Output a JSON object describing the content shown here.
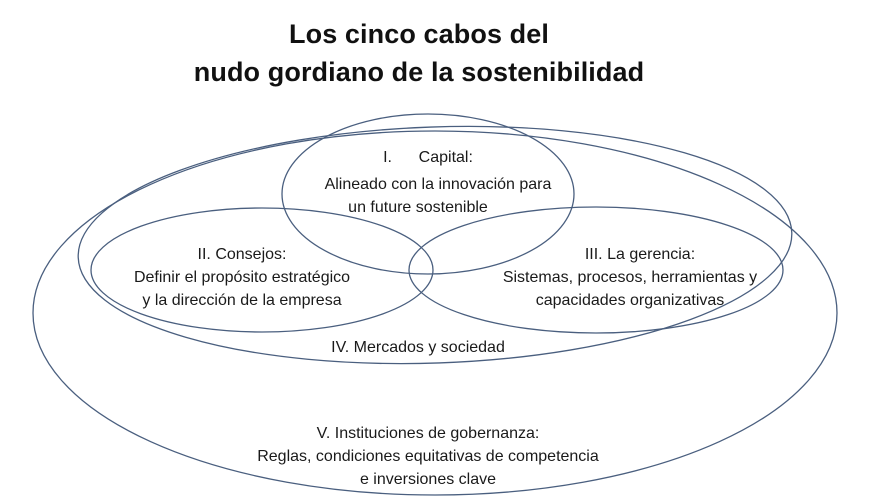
{
  "title": {
    "line1": "Los cinco cabos del",
    "line2": "nudo gordiano de la sostenibilidad"
  },
  "circles": {
    "capital": {
      "heading": "I.      Capital:",
      "line1": "Alineado con la innovación para",
      "line2": "un future sostenible"
    },
    "consejos": {
      "heading": "II. Consejos:",
      "line1": "Definir el propósito estratégico",
      "line2": "y la dirección de la empresa"
    },
    "gerencia": {
      "heading": "III. La gerencia:",
      "line1": "Sistemas, procesos, herramientas y",
      "line2": "capacidades organizativas"
    },
    "mercados": {
      "heading": "IV. Mercados y sociedad"
    },
    "instituciones": {
      "heading": "V. Instituciones de gobernanza:",
      "line1": "Reglas, condiciones equitativas de competencia",
      "line2": "e inversiones clave"
    }
  },
  "colors": {
    "stroke": "#4a5f7f",
    "text": "#1a1a1a"
  }
}
